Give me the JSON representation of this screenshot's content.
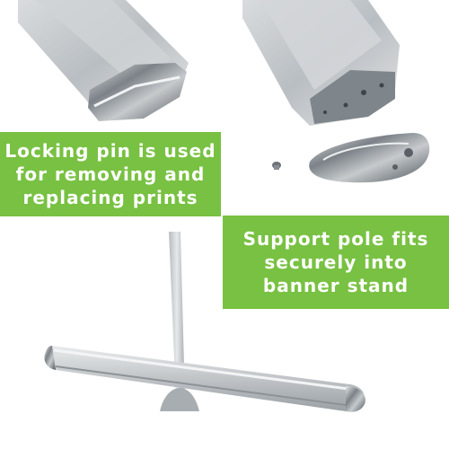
{
  "callouts": {
    "locking_pin": {
      "lines": [
        "Locking pin is used",
        "for removing and",
        "replacing prints"
      ]
    },
    "support_pole": {
      "lines": [
        "Support pole fits",
        "securely into",
        "banner stand"
      ]
    }
  },
  "colors": {
    "callout_green": "#78c142",
    "callout_text": "#ffffff",
    "aluminum": "#c9cdd0",
    "chrome": "#8f959b"
  },
  "icons": {
    "cassette_top_left": "banner-cassette-end",
    "cassette_top_right": "banner-cassette-open",
    "end_cap": "chrome-end-cap",
    "locking_pin": "locking-pin",
    "base": "banner-stand-base",
    "pole": "support-pole"
  }
}
